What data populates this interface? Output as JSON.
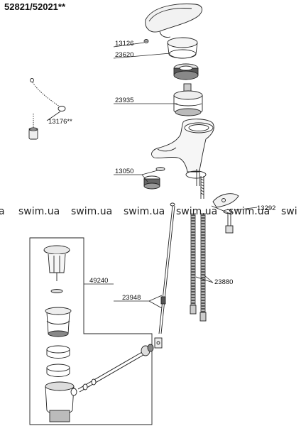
{
  "diagram": {
    "title": "52821/52021**",
    "watermark": "swim.ua",
    "watermark_left_fragment": "a",
    "watermark_right_fragment": "swi",
    "parts": [
      {
        "id": "13126",
        "label": "13126"
      },
      {
        "id": "23620",
        "label": "23620"
      },
      {
        "id": "23935",
        "label": "23935"
      },
      {
        "id": "13176",
        "label": "13176**"
      },
      {
        "id": "13050",
        "label": "13050"
      },
      {
        "id": "13292",
        "label": "13292"
      },
      {
        "id": "49240",
        "label": "49240"
      },
      {
        "id": "23948",
        "label": "23948"
      },
      {
        "id": "23880",
        "label": "23880"
      }
    ]
  }
}
